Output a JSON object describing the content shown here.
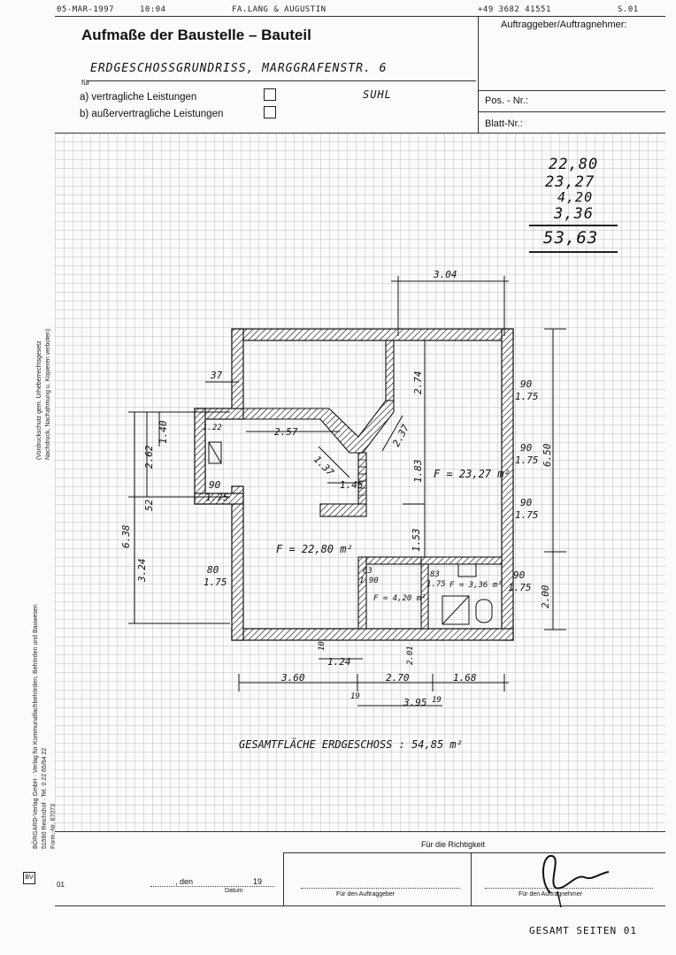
{
  "fax_header": {
    "date": "05-MAR-1997",
    "time": "10:04",
    "sender": "FA.LANG & AUGUSTIN",
    "number": "+49 3682 41551",
    "page": "S.01"
  },
  "form": {
    "title": "Aufmaße der Baustelle – Bauteil",
    "client_label": "Auftraggeber/Auftragnehmer:",
    "subject": "ERDGESCHOSSGRUNDRISS,  MARGGRAFENSTR. 6",
    "location": "SUHL",
    "fuer_label": "für",
    "option_a": "a) vertragliche Leistungen",
    "option_b": "b) außervertragliche Leistungen",
    "pos_label": "Pos. - Nr.:",
    "blatt_label": "Blatt-Nr.:"
  },
  "sum": {
    "values": [
      "22,80",
      "23,27",
      "4,20",
      "3,36"
    ],
    "total": "53,63"
  },
  "plan": {
    "dims": {
      "top": "3.04",
      "d37": "37",
      "d140": "1.40",
      "d262": "2.62",
      "d638": "6.38",
      "d52": "52",
      "d324": "3.24",
      "d90a": "90",
      "d175a": "1.75",
      "d80": "80",
      "d175b": "1.75",
      "d90r1": "90",
      "d175r1": "1.75",
      "d90r2": "90",
      "d175r2": "1.75",
      "d90r3": "90",
      "d175r3": "1.75",
      "d90r4": "90",
      "d175r4": "1.75",
      "d650": "6.50",
      "d200": "2.00",
      "d274": "2.74",
      "d237": "2.37",
      "d183": "1.83",
      "d153": "1.53",
      "d257": "2.57",
      "d137": "1.37",
      "d145": "1.45",
      "d122": "1.22",
      "d63": "63",
      "d190": "1.90",
      "d83": "83",
      "d175c": "1.75",
      "d124": "1.24",
      "d360": "3.60",
      "d270": "2.70",
      "d168": "1.68",
      "d19a": "19",
      "d19b": "19",
      "d395": "3.95",
      "d201": "2.01",
      "d10": "10"
    },
    "areas": {
      "a1": "F = 22,80 m²",
      "a2": "F = 23,27 m²",
      "a3": "F = 4,20 m²",
      "a4": "F = 3,36 m²"
    },
    "total_area": "GESAMTFLÄCHE  ERDGESCHOSS :     54,85 m²"
  },
  "side_note": {
    "copyright_line1": "(Vordruckschutz gem. Urheberrechtsgesetz",
    "copyright_line2": "Nachdruck, Nachahmung u. Kopieren verboten)",
    "publisher_line1": "BÖRGARD-Verlag GmbH · Verlag für Kommunalfachbehörden, Behörden und Bauwesen",
    "publisher_line2": "51590 Reichshof · Tel. 0 22 65/94 22",
    "publisher_line3": "Form.-Nr. 67073",
    "logo_text": "BV"
  },
  "footer": {
    "richtigkeit": "Für die Richtigkeit",
    "den": ", den",
    "year": "19",
    "datum": "Datum",
    "auftraggeber": "Für den Auftraggeber",
    "auftragnehmer": "Für den Auftragnehmer",
    "row_number": "01",
    "pages_total": "GESAMT SEITEN 01"
  }
}
